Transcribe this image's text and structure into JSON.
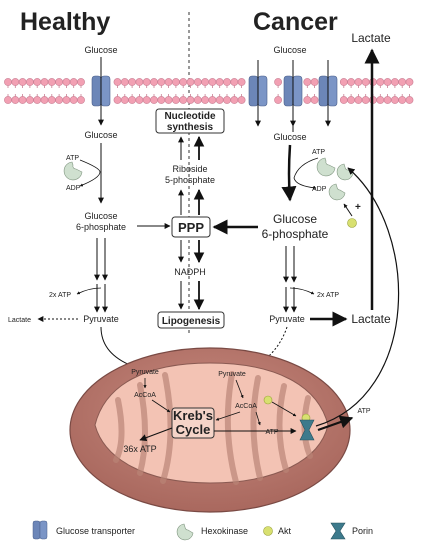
{
  "headers": {
    "left": "Healthy",
    "right": "Cancer"
  },
  "left": {
    "glucose_out": "Glucose",
    "glucose_in": "Glucose",
    "atp": "ATP",
    "adp": "ADP",
    "g6p_line1": "Glucose",
    "g6p_line2": "6-phosphate",
    "two_atp": "2x ATP",
    "lactate": "Lactate",
    "pyruvate": "Pyruvate"
  },
  "center": {
    "nucleotide_line1": "Nucleotide",
    "nucleotide_line2": "synthesis",
    "riboside_line1": "Riboside",
    "riboside_line2": "5-phosphate",
    "ppp": "PPP",
    "nadph": "NADPH",
    "lipogenesis": "Lipogenesis"
  },
  "right": {
    "lactate_top": "Lactate",
    "glucose_out": "Glucose",
    "glucose_in": "Glucose",
    "atp": "ATP",
    "adp": "ADP",
    "plus": "+",
    "g6p_line1": "Glucose",
    "g6p_line2": "6-phosphate",
    "two_atp": "2x ATP",
    "pyruvate": "Pyruvate",
    "lactate": "Lactate"
  },
  "mito": {
    "pyruvate_left": "Pyruvate",
    "acecoa_left": "AcCoA",
    "krebs_line1": "Kreb's",
    "krebs_line2": "Cycle",
    "atp36": "36x ATP",
    "pyruvate_right": "Pyruvate",
    "acecoa_right": "AcCoA",
    "atp_inner": "ATP",
    "atp_out": "ATP"
  },
  "legend": {
    "items": [
      {
        "icon": "glucose-transporter-icon",
        "label": "Glucose transporter"
      },
      {
        "icon": "hexokinase-icon",
        "label": "Hexokinase"
      },
      {
        "icon": "akt-icon",
        "label": "Akt"
      },
      {
        "icon": "porin-icon",
        "label": "Porin"
      }
    ]
  },
  "colors": {
    "membrane": "#f2a0b3",
    "membrane_edge": "#c97d92",
    "transporter": "#6c86b8",
    "hexokinase": "#cfe0cf",
    "akt": "#d8e070",
    "porin": "#3d7a8c",
    "mito_outer": "#b97a70",
    "mito_inner": "#f3c3b4"
  }
}
